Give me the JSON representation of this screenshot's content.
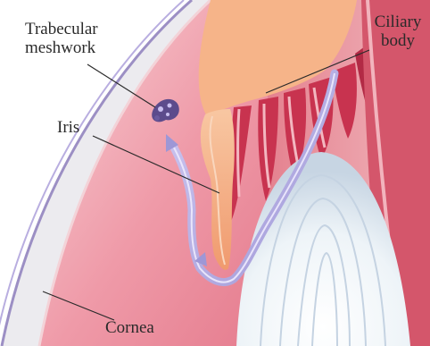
{
  "labels": {
    "trabecular_line1": "Trabecular",
    "trabecular_line2": "meshwork",
    "ciliary_line1": "Ciliary",
    "ciliary_line2": "body",
    "iris": "Iris",
    "cornea": "Cornea"
  },
  "colors": {
    "cornea_rim": "#9c8fc4",
    "cornea_fill": "#ecebef",
    "chamber_pink": "#f0a9b4",
    "iris_peach": "#f6b489",
    "ciliary_red": "#c8334f",
    "lens_white": "#f7f9fb",
    "aqueous_flow": "#b8b3e6",
    "leader_line": "#2a2a2a"
  }
}
